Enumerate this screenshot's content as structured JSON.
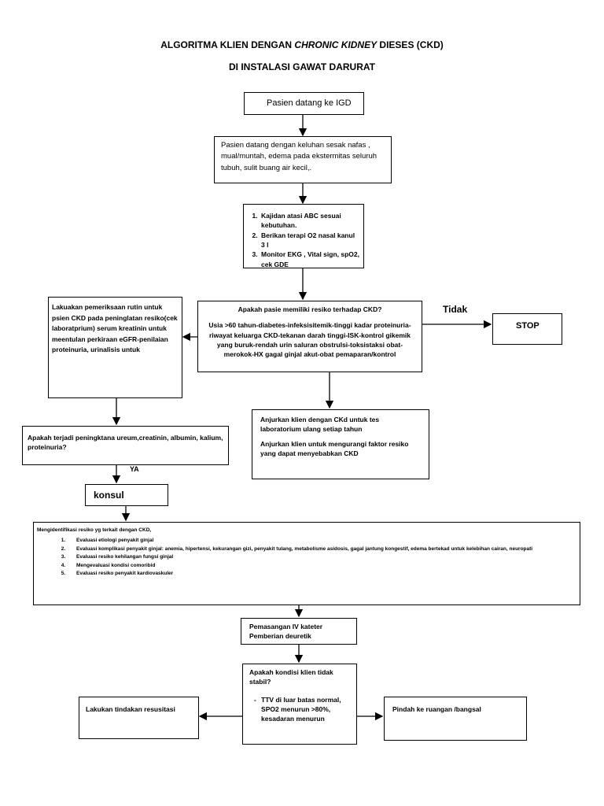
{
  "title": {
    "line1_pre": "ALGORITMA KLIEN DENGAN ",
    "line1_italic": "CHRONIC KIDNEY",
    "line1_post": " DIESES (CKD)",
    "line2": "DI INSTALASI GAWAT DARURAT"
  },
  "boxes": {
    "arrival": "Pasien datang ke IGD",
    "complaint": "Pasien datang dengan keluhan sesak nafas , mual/muntah, edema pada ekstermitas seluruh tubuh, sulit buang air kecil,.",
    "actions": [
      "Kajidan atasi ABC sesuai kebutuhan.",
      "Berikan terapi O2 nasal kanul 3 l",
      "Monitor EKG , Vital sign, spO2, cek GDE"
    ],
    "risk_question": "Apakah pasie memiliki resiko terhadap CKD?",
    "risk_factors": "Usia >60 tahun-diabetes-infeksisitemik-tinggi kadar proteinuria-riwayat keluarga CKD-tekanan darah tinggi-ISK-kontrol gikemik yang buruk-rendah urin saluran obstrulsi-toksistaksi obat-merokok-HX gagal ginjal akut-obat pemaparan/kontrol",
    "routine_check": "Lakuakan pemeriksaan rutin untuk psien CKD pada peninglatan resiko(cek laboratprium) serum kreatinin untuk meentulan perkiraan eGFR-penilaian proteinuria, urinalisis untuk",
    "stop": "STOP",
    "advice_1": "Anjurkan klien dengan CKd untuk tes laboratorium ulang setiap tahun",
    "advice_2": "Anjurkan klien untuk mengurangi faktor resiko yang dapat menyebabkan CKD",
    "lab_question": "Apakah terjadi peningktana ureum,creatinin, albumin, kalium, proteinuria?",
    "konsul": "konsul",
    "identify_title": "Mengidentifikasi resiko yg terkait dengan CKD,",
    "identify_items": [
      "Evaluasi etiologi penyakit ginjal",
      "Evaluasi komplikasi penyakit ginjal: anemia, hipertensi, kekurangan gizi, penyakit tulang, metabolisme asidosis, gagal jantung kongestif, edema bertekad untuk kelebihan cairan, neuropati",
      "Evaluasi resiko kehilangan fungsi ginjal",
      "Mengevaluasi kondisi comoribid",
      "Evaluasi resiko penyakit kardiovaskuler"
    ],
    "iv": [
      "Pemasangan IV kateter",
      "Pemberian deuretik"
    ],
    "unstable_question": "Apakah kondisi klien tidak stabil?",
    "unstable_criteria": "TTV di luar batas normal, SPO2 menurun >80%, kesadaran menurun",
    "resuscitate": "Lakukan tindakan resusitasi",
    "transfer": "Pindah ke ruangan /bangsal"
  },
  "labels": {
    "tidak": "Tidak",
    "ya": "YA"
  }
}
